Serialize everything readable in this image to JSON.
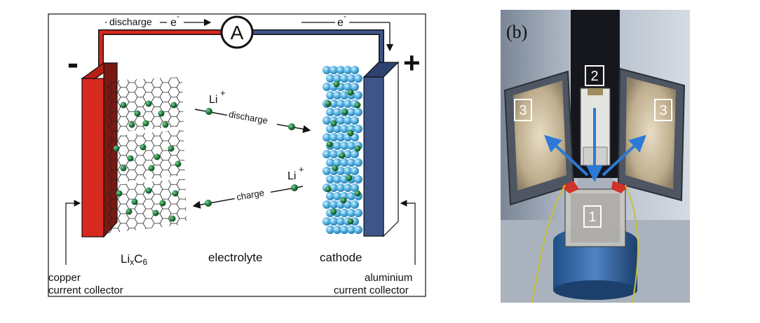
{
  "battery_diagram": {
    "minus_sign": "-",
    "plus_sign": "+",
    "discharge_top": "discharge",
    "electron_left": "e",
    "electron_right": "e",
    "electron_sup": "-",
    "ammeter": "A",
    "li_top": "Li",
    "li_bottom": "Li",
    "li_sup": "+",
    "discharge_label": "discharge",
    "charge_label": "charge",
    "anode_label_main": "Li",
    "anode_label_x": "x",
    "anode_label_c": "C",
    "anode_label_6": "6",
    "electrolyte_label": "electrolyte",
    "cathode_label": "cathode",
    "copper_line1": "copper",
    "copper_line2": "current collector",
    "aluminium_line1": "aluminium",
    "aluminium_line2": "current collector",
    "colors": {
      "copper": "#d6291f",
      "aluminium": "#3e5589",
      "lithium": "#1f7a3c",
      "cathode_sphere": "#55b4e3"
    }
  },
  "photo": {
    "panel_label": "(b)",
    "label_1": "1",
    "label_2": "2",
    "label_3_left": "3",
    "label_3_right": "3"
  }
}
